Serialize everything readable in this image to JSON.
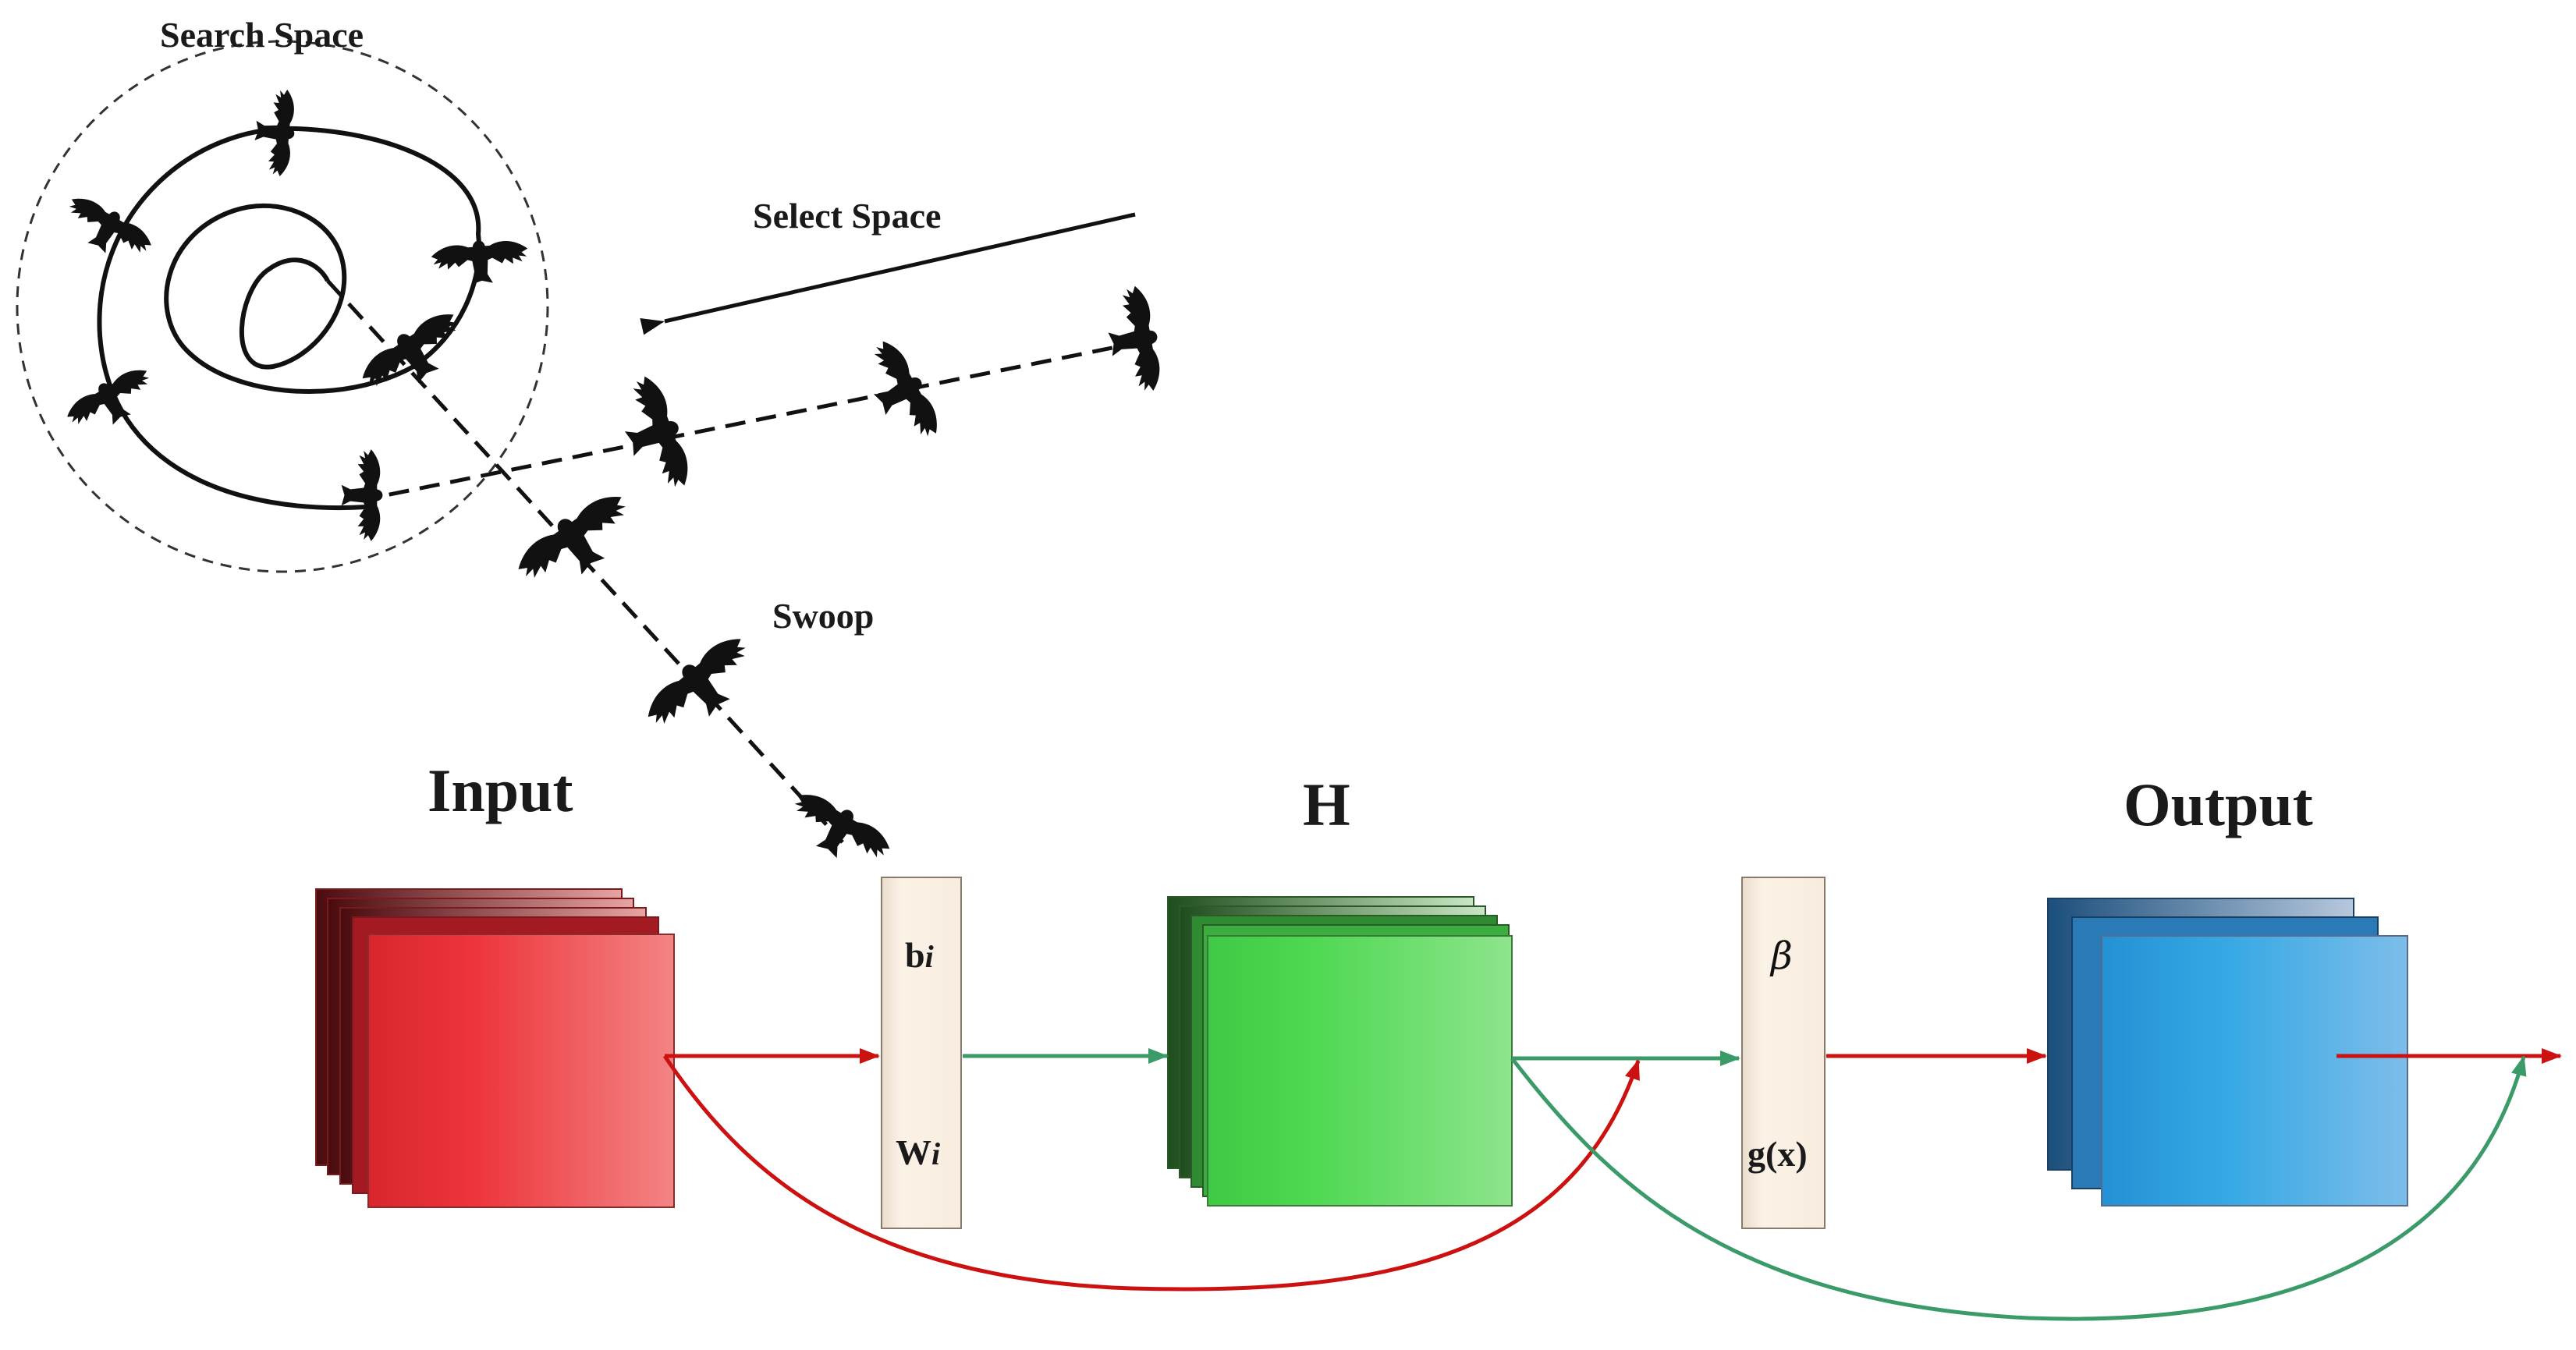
{
  "labels": {
    "search_space": "Search Space",
    "select_space": "Select Space",
    "swoop": "Swoop",
    "input": "Input",
    "hidden": "H",
    "output": "Output"
  },
  "weight_box": {
    "bias": "b",
    "bias_sub": "i",
    "weight": "W",
    "weight_sub": "i"
  },
  "beta_box": {
    "beta": "β",
    "activation": "g(x)"
  },
  "colors": {
    "input_dark": "#5a0d12",
    "input_mid": "#e8353a",
    "input_light": "#f28a8a",
    "hidden_dark": "#2f6a2c",
    "hidden_mid": "#4fd852",
    "hidden_light": "#8ee48c",
    "output_dark": "#1f5f92",
    "output_mid": "#2ea3e3",
    "output_light": "#7abcea",
    "panel_fill": "#fbf2e6",
    "red_arrow": "#cc1111",
    "green_arrow": "#3a9b68",
    "ink": "#111111"
  },
  "icons": [
    "eagle-silhouette-icon"
  ]
}
